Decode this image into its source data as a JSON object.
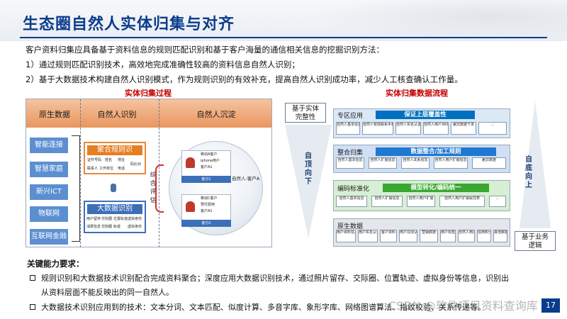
{
  "header": {
    "title": "生态圈自然人实体归集与对齐"
  },
  "intro": {
    "line1": "客户资料归集应具备基于资料信息的规则匹配识别和基于客户海量的通信相关信息的挖掘识别方法：",
    "line2": "1）通过规则匹配识别技术，高效地完成准确性较高的资料信息自然人识别；",
    "line3": "2）基于大数据技术构建自然人识别模式，作为规则识别的有效补充，提高自然人识别成功率，减少人工核查确认工作量。"
  },
  "left_diagram": {
    "title": "实体归集过程",
    "columns": [
      "原生数据",
      "自然人识别",
      "自然人沉淀"
    ],
    "sources": [
      "智能连接",
      "智慧家庭",
      "新兴ICT",
      "物联网",
      "互联网金融"
    ],
    "rule_box": {
      "title": "聚合规则识",
      "cells": [
        "证件号码",
        "姓名",
        "地址",
        "联系人",
        "工作单位",
        "电话",
        "码比对"
      ]
    },
    "bigdata_box": {
      "title": "大数据识别",
      "cells": [
        "用户留存",
        "交际圈",
        "位置轨迹",
        "虚拟身份",
        "消费信息",
        "交际圈",
        "轨迹",
        "虚拟身份"
      ]
    },
    "vertical_text": [
      "综",
      "合",
      "评",
      "估"
    ],
    "card1": {
      "lines": [
        "移动A客户",
        "iphone用户",
        "客户A1"
      ],
      "footer": "客分1"
    },
    "card2": {
      "lines": [
        "移动C客户",
        "预付费用",
        "客户A1"
      ],
      "footer": "客分2"
    },
    "natural_person": "自然人:客户A"
  },
  "right_diagram": {
    "title": "实体归集数据流程",
    "top_box": "基于实体\n完整性",
    "bottom_box": "基于业务\n逻辑",
    "down_label": "自顶向下",
    "up_label": "自底向上",
    "layers": [
      {
        "name": "专区应用",
        "bar": "保证上层覆盖性",
        "color": "#0070c0",
        "chips": [
          "自然人基本信息",
          "自然人有效联系手机号",
          "自然人实名认证信息",
          "自然人用户360信息",
          "差异数据下发",
          "..."
        ]
      },
      {
        "name": "整合归集",
        "bar": "数据整合/加工规则",
        "color": "#1f78d1",
        "chips": [
          "自然人基本信息",
          "自然人扩展信息",
          "自然人关系信息",
          "自然人用户扩展信息",
          "差异数据"
        ]
      },
      {
        "name": "编码标准化",
        "bar": "模型转化/编码统一",
        "color": "#3aa830",
        "chips": [
          "自然人基本信息",
          "自然人扩展信息",
          "自然人用户扩展",
          "自然人用户扩展属性表",
          "..."
        ]
      },
      {
        "name": "原生数据",
        "bar": "",
        "color": "#c9ced6",
        "chips": [
          "用户资料信息",
          "用户实名认证",
          "客户资料",
          "用户在线认证",
          "营销数据",
          "用户标签",
          "自然人用户扩展",
          "信用积分",
          "其他数据"
        ]
      }
    ]
  },
  "key_capabilities": {
    "title": "关键能力要求：",
    "bullet1_line1": "规则识别和大数据技术识别配合完成资料聚合；深度应用大数据识别技术，通过照片留存、交际圈、位置轨迹、虚拟身份等信息，识别出",
    "bullet1_line2": "从资料层面不能反映出的同一自然人。",
    "bullet2": "大数据技术识别应用到的技术：文本分词、文本匹配、似度计算、多音字库、象形字库、网络图谱算法、指纹校验、关系传递等。"
  },
  "footer": {
    "watermark": "CSDN @软件项目资料查询库",
    "page": "17"
  },
  "colors": {
    "brand": "#0a3c8c",
    "accent_red": "#c00000",
    "orange": "#e67e22",
    "blue": "#3d6fb8",
    "green": "#3aa830"
  }
}
